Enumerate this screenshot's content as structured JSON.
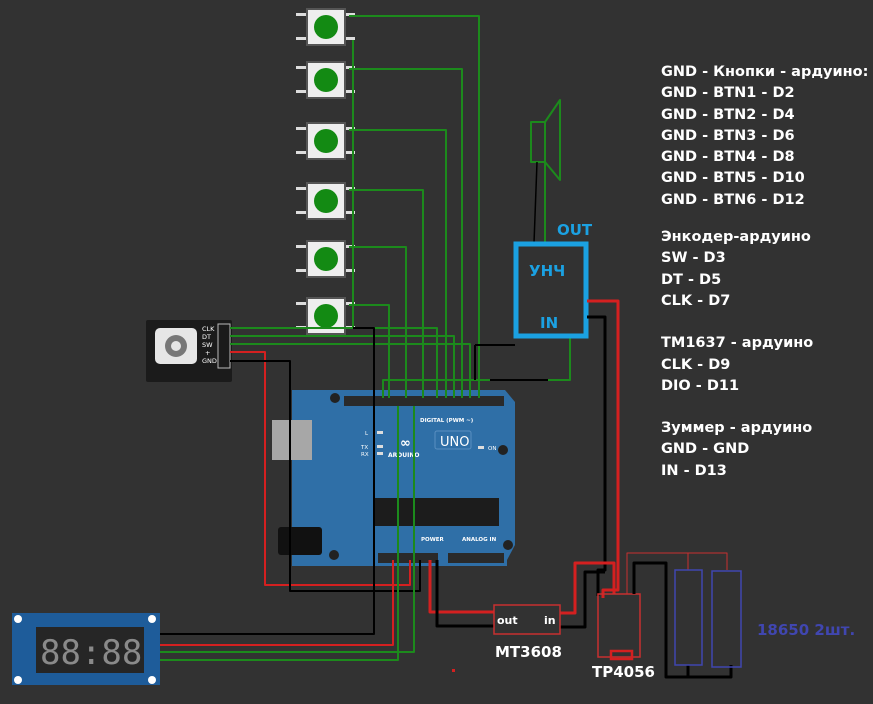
{
  "notes": {
    "buttons_title": "GND - Кнопки - ардуино:",
    "buttons": [
      "GND - BTN1 - D2",
      "GND - BTN2 - D4",
      "GND - BTN3 - D6",
      "GND - BTN4 - D8",
      "GND - BTN5 - D10",
      "GND - BTN6 - D12"
    ],
    "encoder_title": "Энкодер-ардуино",
    "encoder": [
      "SW - D3",
      "DT - D5",
      "CLK - D7"
    ],
    "tm_title": "TM1637 - ардуино",
    "tm": [
      "CLK - D9",
      "DIO - D11"
    ],
    "buzzer_title": "Зуммер - ардуино",
    "buzzer": [
      "GND - GND",
      "IN - D13"
    ]
  },
  "encoder": {
    "pins": [
      "CLK",
      "DT",
      "SW",
      "+",
      "GND"
    ]
  },
  "arduino": {
    "logo": "ARDUINO",
    "model": "UNO",
    "digital_label": "DIGITAL (PWM ~)",
    "power_label": "POWER",
    "analog_label": "ANALOG IN",
    "on_label": "ON",
    "l_label": "L",
    "tx_label": "TX",
    "rx_label": "RX"
  },
  "amp": {
    "title": "УНЧ",
    "out": "OUT",
    "in": "IN"
  },
  "boost": {
    "name": "MT3608",
    "out": "out",
    "in": "in"
  },
  "charger": {
    "name": "TP4056"
  },
  "battery": {
    "label": "18650 2шт."
  },
  "display": {
    "digits": "88:88"
  },
  "colors": {
    "background": "#323232",
    "wire_green": "#1c8a1c",
    "wire_red": "#d42020",
    "amp_blue": "#1ba1e2",
    "battery_blue": "#4046b0",
    "board_blue": "#2f6fa7"
  }
}
